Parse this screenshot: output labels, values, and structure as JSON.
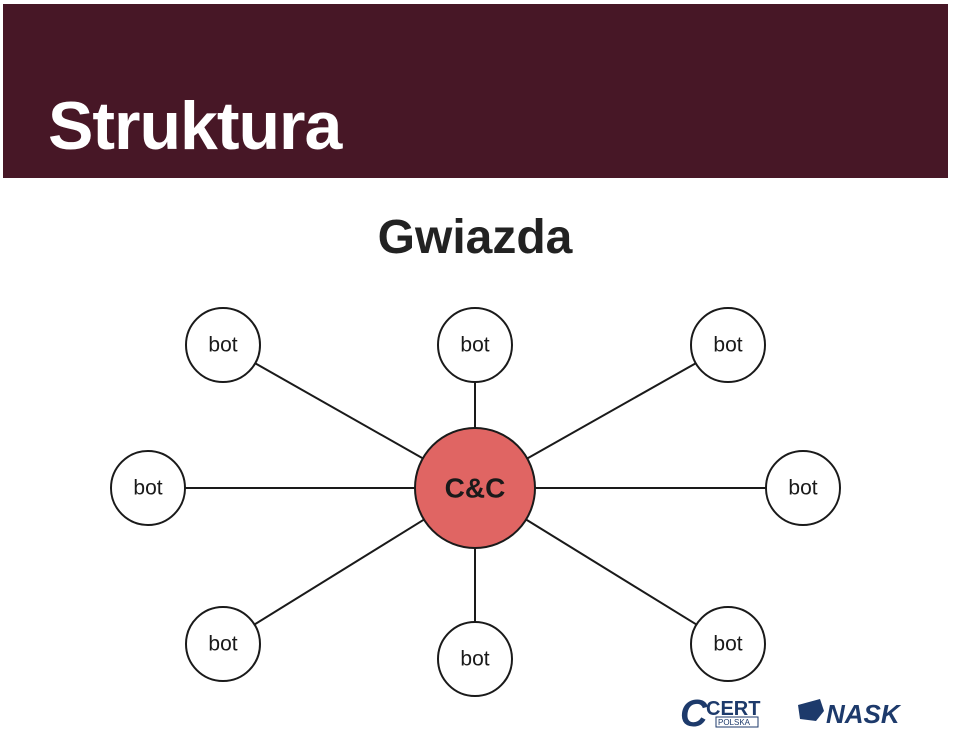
{
  "slide": {
    "title": "Struktura",
    "subtitle": "Gwiazda"
  },
  "diagram": {
    "hub": {
      "id": "cc",
      "label": "C&C"
    },
    "nodes": [
      {
        "id": "bot-top-left",
        "label": "bot"
      },
      {
        "id": "bot-top-center",
        "label": "bot"
      },
      {
        "id": "bot-top-right",
        "label": "bot"
      },
      {
        "id": "bot-middle-left",
        "label": "bot"
      },
      {
        "id": "bot-middle-right",
        "label": "bot"
      },
      {
        "id": "bot-bottom-left",
        "label": "bot"
      },
      {
        "id": "bot-bottom-center",
        "label": "bot"
      },
      {
        "id": "bot-bottom-right",
        "label": "bot"
      }
    ],
    "edges": [
      [
        "cc",
        "bot-top-left"
      ],
      [
        "cc",
        "bot-top-center"
      ],
      [
        "cc",
        "bot-top-right"
      ],
      [
        "cc",
        "bot-middle-left"
      ],
      [
        "cc",
        "bot-middle-right"
      ],
      [
        "cc",
        "bot-bottom-left"
      ],
      [
        "cc",
        "bot-bottom-center"
      ],
      [
        "cc",
        "bot-bottom-right"
      ]
    ],
    "colors": {
      "hub_fill": "#e06563",
      "node_fill": "#ffffff",
      "stroke": "#1a1a1a",
      "header_bg": "#471726"
    }
  },
  "logos": {
    "cert": {
      "text": "CERT",
      "subtext": "POLSKA"
    },
    "nask": {
      "text": "NASK"
    }
  }
}
